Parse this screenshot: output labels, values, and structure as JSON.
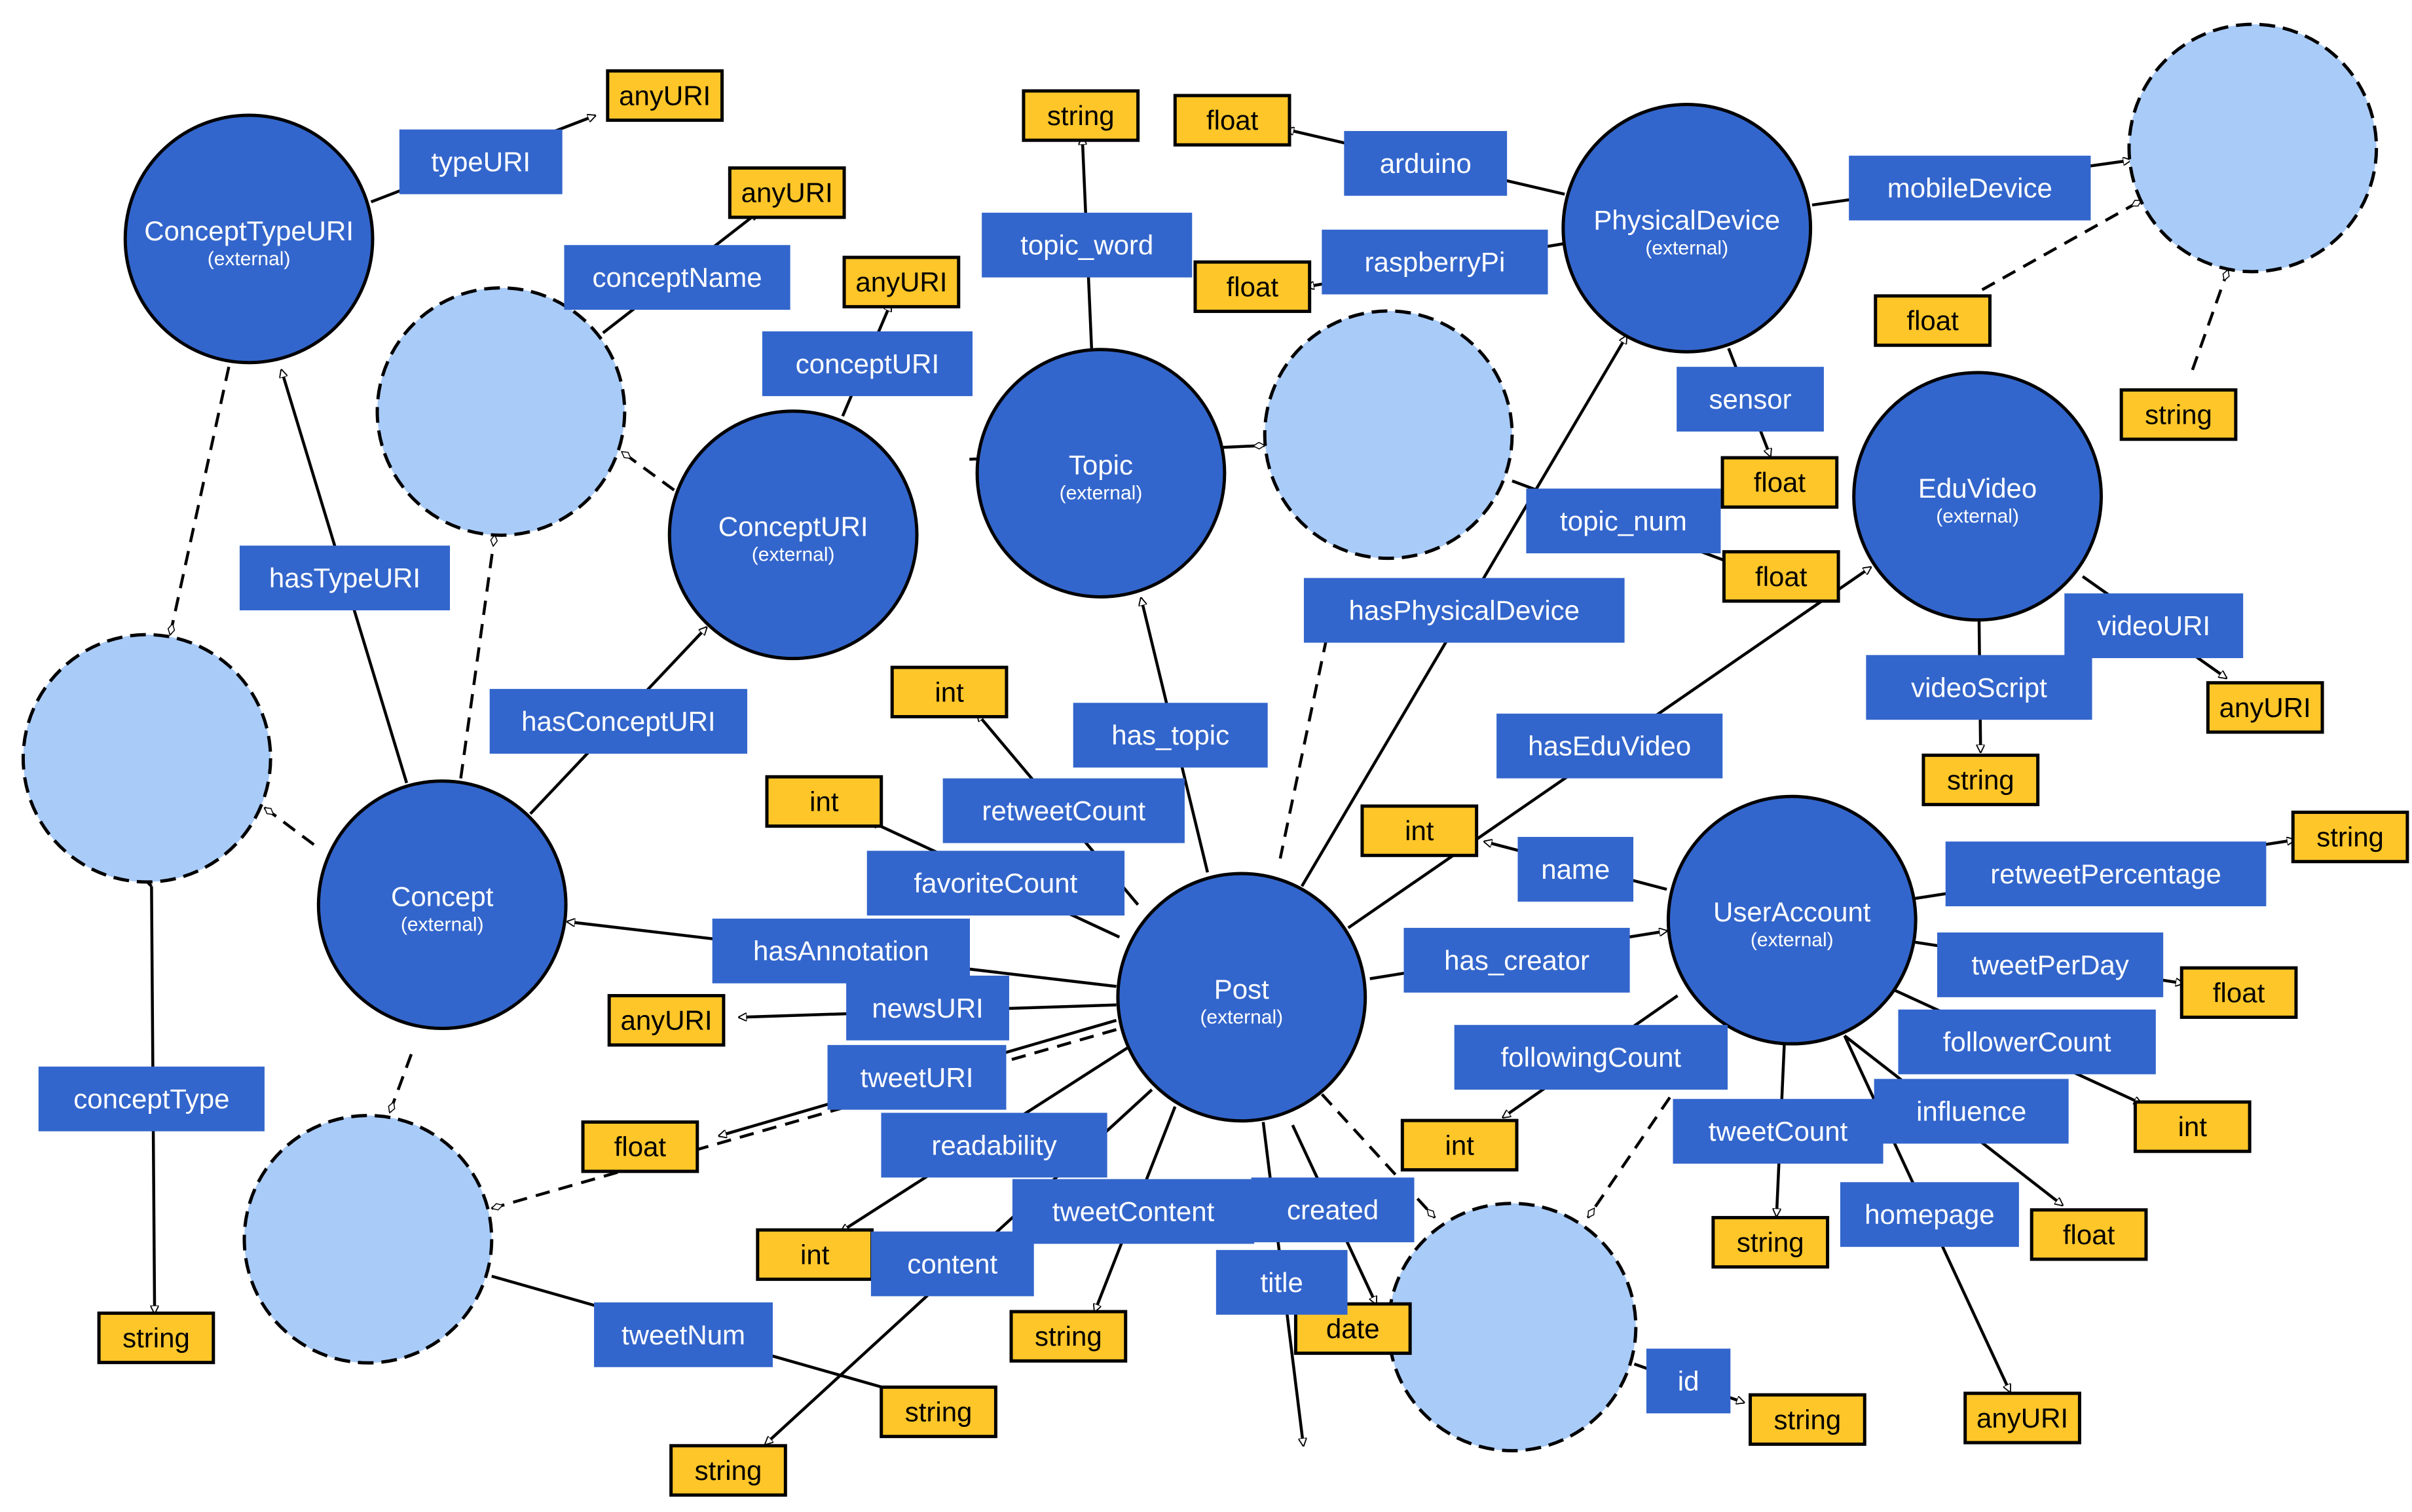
{
  "colors": {
    "class_fill": "#3366cc",
    "blank_fill": "#a9cbf8",
    "datatype_fill": "#ffc629",
    "label_fill": "#3366cc",
    "line": "#000000",
    "text_on_blue": "#ffffff"
  },
  "classes": [
    {
      "id": "conceptTypeURI",
      "name": "ConceptTypeURI",
      "sub": "(external)"
    },
    {
      "id": "conceptURI",
      "name": "ConceptURI",
      "sub": "(external)"
    },
    {
      "id": "topic",
      "name": "Topic",
      "sub": "(external)"
    },
    {
      "id": "physicalDevice",
      "name": "PhysicalDevice",
      "sub": "(external)"
    },
    {
      "id": "eduVideo",
      "name": "EduVideo",
      "sub": "(external)"
    },
    {
      "id": "concept",
      "name": "Concept",
      "sub": "(external)"
    },
    {
      "id": "post",
      "name": "Post",
      "sub": "(external)"
    },
    {
      "id": "userAccount",
      "name": "UserAccount",
      "sub": "(external)"
    }
  ],
  "datatypes": [
    "anyURI",
    "anyURI",
    "anyURI",
    "string",
    "float",
    "float",
    "float",
    "string",
    "float",
    "float",
    "int",
    "anyURI",
    "string",
    "int",
    "int",
    "string",
    "float",
    "anyURI",
    "float",
    "int",
    "int",
    "float",
    "string",
    "string",
    "int",
    "string",
    "date",
    "string",
    "string",
    "string",
    "anyURI"
  ],
  "properties": [
    "typeURI",
    "conceptName",
    "conceptURI",
    "topic_word",
    "arduino",
    "raspberryPi",
    "mobileDevice",
    "sensor",
    "topic_num",
    "hasTypeURI",
    "hasPhysicalDevice",
    "videoURI",
    "videoScript",
    "hasConceptURI",
    "has_topic",
    "hasEduVideo",
    "retweetCount",
    "favoriteCount",
    "name",
    "retweetPercentage",
    "hasAnnotation",
    "has_creator",
    "tweetPerDay",
    "newsURI",
    "followingCount",
    "followerCount",
    "conceptType",
    "tweetURI",
    "influence",
    "readability",
    "tweetCount",
    "tweetContent",
    "created",
    "homepage",
    "content",
    "title",
    "tweetNum",
    "id"
  ]
}
